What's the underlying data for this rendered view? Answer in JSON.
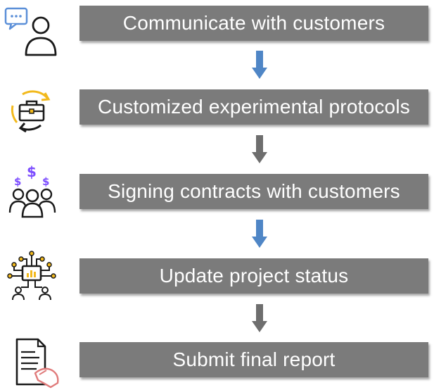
{
  "steps": [
    {
      "label": "Communicate with customers",
      "icon": "customer-chat-icon"
    },
    {
      "label": "Customized experimental protocols",
      "icon": "briefcase-cycle-icon"
    },
    {
      "label": "Signing contracts with customers",
      "icon": "people-money-icon"
    },
    {
      "label": "Update project status",
      "icon": "network-chip-icon"
    },
    {
      "label": "Submit final report",
      "icon": "report-hand-icon"
    }
  ],
  "colors": {
    "box": "#7b7b7b",
    "box_text": "#ffffff",
    "arrow_blue": "#4f86c6",
    "arrow_gray": "#6e6e6e",
    "icon_accent_yellow": "#f2b91c",
    "icon_accent_blue": "#5b8fd8",
    "icon_accent_purple": "#7c4dff"
  }
}
